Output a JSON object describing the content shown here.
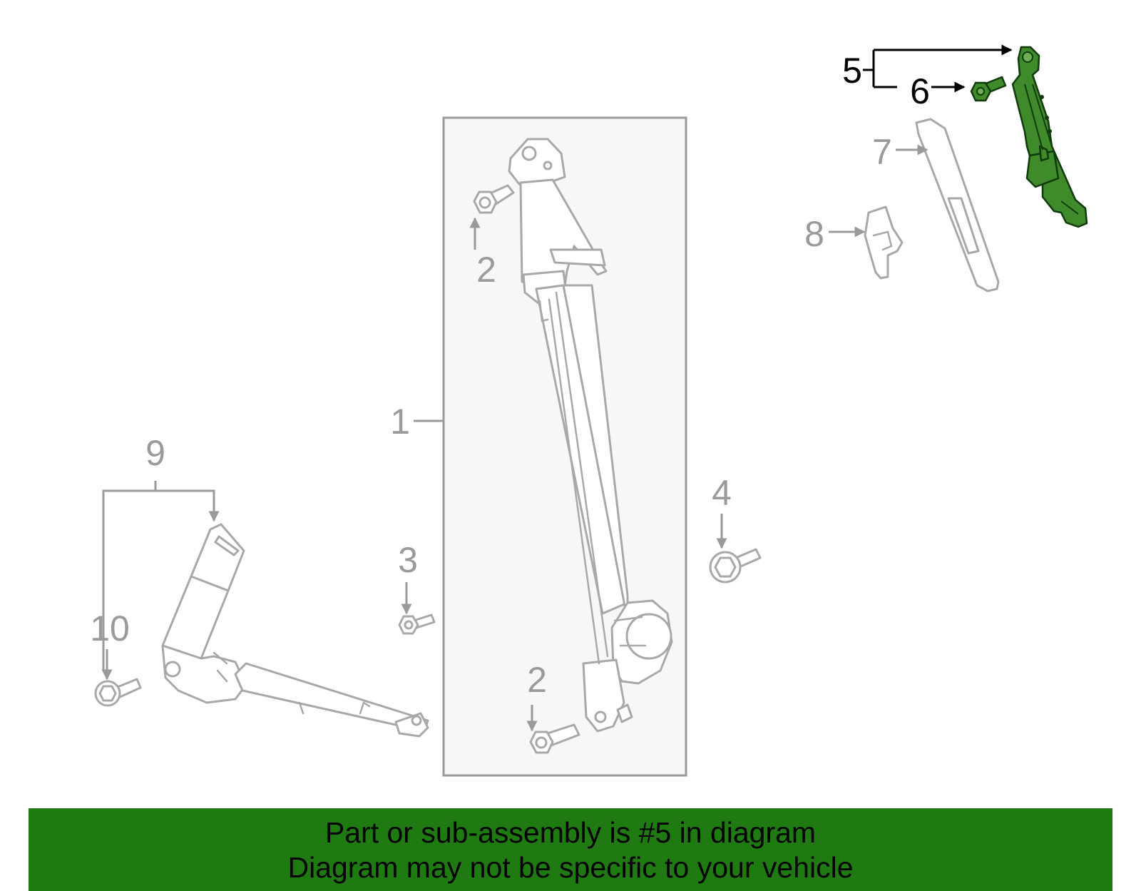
{
  "colors": {
    "highlight": "#3f8a2a",
    "banner_background": "#1f7a12",
    "part_outline": "#a8a8a8",
    "box_fill": "#f7f7f7"
  },
  "callouts": {
    "c1": "1",
    "c2a": "2",
    "c2b": "2",
    "c3": "3",
    "c4": "4",
    "c5": "5",
    "c6": "6",
    "c7": "7",
    "c8": "8",
    "c9": "9",
    "c10": "10"
  },
  "banner": {
    "line1": "Part or sub-assembly is #5 in diagram",
    "line2": "Diagram may not be specific to your vehicle"
  }
}
